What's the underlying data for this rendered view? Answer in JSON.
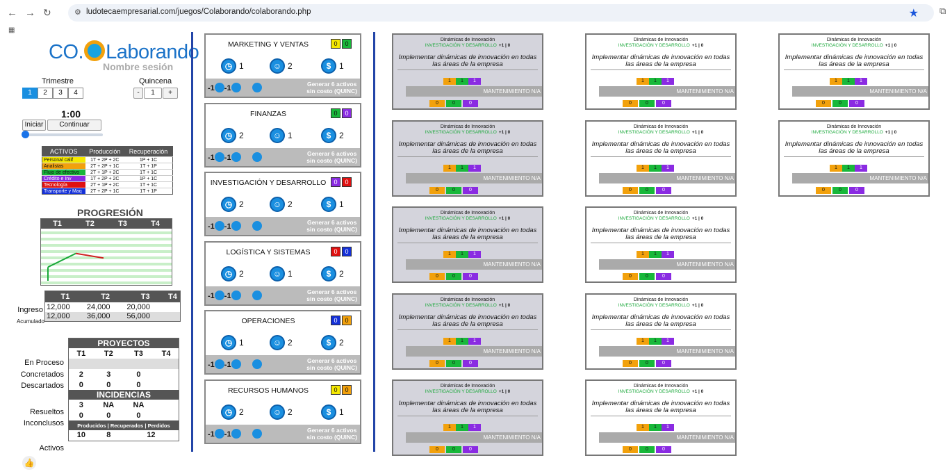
{
  "browser": {
    "url": "ludotecaempresarial.com/juegos/Colaborando/colaborando.php"
  },
  "logo": {
    "prefix": "CO.",
    "suffix": "Laborando",
    "session": "Nombre sesión"
  },
  "trimestre": {
    "label": "Trimestre",
    "options": [
      "1",
      "2",
      "3",
      "4"
    ],
    "selected": "1"
  },
  "quincena": {
    "label": "Quincena",
    "minus": "-",
    "value": "1",
    "plus": "+"
  },
  "timer": {
    "value": "1:00",
    "start": "Iniciar",
    "continue": "Continuar",
    "progress": 0.05
  },
  "activos_table": {
    "headers": [
      "ACTIVOS",
      "Producción",
      "Recuperación"
    ],
    "rows": [
      {
        "name": "Personal calif",
        "prod": "1T + 2P + 2C",
        "rec": "1P + 1C",
        "color": "#f5e800",
        "text": "#111"
      },
      {
        "name": "Analistas",
        "prod": "2T + 2P + 1C",
        "rec": "1T + 1P",
        "color": "#f2a10c",
        "text": "#111"
      },
      {
        "name": "Flujo de efectivo",
        "prod": "2T + 1P + 2C",
        "rec": "1T + 1C",
        "color": "#18b83a",
        "text": "#111"
      },
      {
        "name": "Crédito e Inv",
        "prod": "1T + 2P + 2C",
        "rec": "1P + 1C",
        "color": "#8a2be2",
        "text": "#fff"
      },
      {
        "name": "Tecnología",
        "prod": "2T + 1P + 2C",
        "rec": "1T + 1C",
        "color": "#e01010",
        "text": "#fff"
      },
      {
        "name": "Transporte y Maq",
        "prod": "2T + 2P + 1C",
        "rec": "1T + 1P",
        "color": "#1430d8",
        "text": "#fff"
      }
    ]
  },
  "progresion": {
    "title": "PROGRESIÓN",
    "quarters": [
      "T1",
      "T2",
      "T3",
      "T4"
    ]
  },
  "chart_data": {
    "type": "line",
    "categories": [
      "T1",
      "T2",
      "T3",
      "T4"
    ],
    "values": [
      12000,
      24000,
      20000,
      null
    ],
    "title": "PROGRESIÓN",
    "ylim": [
      0,
      36000
    ]
  },
  "finanzas": {
    "headers": [
      "T1",
      "T2",
      "T3",
      "T4"
    ],
    "rows": [
      {
        "label": "Ingreso",
        "values": [
          "12,000",
          "24,000",
          "20,000",
          ""
        ]
      },
      {
        "label": "Acumulado",
        "values": [
          "12,000",
          "36,000",
          "56,000",
          ""
        ]
      }
    ]
  },
  "proyectos": {
    "title": "PROYECTOS",
    "headers": [
      "T1",
      "T2",
      "T3",
      "T4"
    ],
    "rows": [
      {
        "label": "En Proceso",
        "values": [
          "",
          "",
          "",
          ""
        ]
      },
      {
        "label": "Concretados",
        "values": [
          "2",
          "3",
          "0",
          ""
        ]
      },
      {
        "label": "Descartados",
        "values": [
          "0",
          "0",
          "0",
          ""
        ]
      }
    ]
  },
  "incidencias": {
    "title": "INCIDENCIAS",
    "rows": [
      {
        "label": "Resueltos",
        "values": [
          "3",
          "NA",
          "NA",
          ""
        ]
      },
      {
        "label": "Inconclusos",
        "values": [
          "0",
          "0",
          "0",
          ""
        ]
      }
    ],
    "footer": "Producidos | Recuperados | Perdidos",
    "activos": {
      "label": "Activos",
      "values": [
        "10",
        "8",
        "12"
      ]
    }
  },
  "areas": [
    {
      "name": "MARKETING Y VENTAS",
      "sw": [
        {
          "v": "0",
          "c": "#f5e800",
          "t": "#111"
        },
        {
          "v": "0",
          "c": "#18b83a",
          "t": "#111"
        }
      ],
      "i1": "1",
      "i2": "2",
      "i3": "1"
    },
    {
      "name": "FINANZAS",
      "sw": [
        {
          "v": "0",
          "c": "#18b83a",
          "t": "#111"
        },
        {
          "v": "0",
          "c": "#8a2be2",
          "t": "#fff"
        }
      ],
      "i1": "2",
      "i2": "1",
      "i3": "2"
    },
    {
      "name": "INVESTIGACIÓN Y DESARROLLO",
      "sw": [
        {
          "v": "0",
          "c": "#8a2be2",
          "t": "#fff"
        },
        {
          "v": "0",
          "c": "#e01010",
          "t": "#fff"
        }
      ],
      "i1": "2",
      "i2": "2",
      "i3": "1"
    },
    {
      "name": "LOGÍSTICA Y SISTEMAS",
      "sw": [
        {
          "v": "0",
          "c": "#e01010",
          "t": "#fff"
        },
        {
          "v": "0",
          "c": "#1430d8",
          "t": "#fff"
        }
      ],
      "i1": "2",
      "i2": "1",
      "i3": "2"
    },
    {
      "name": "OPERACIONES",
      "sw": [
        {
          "v": "0",
          "c": "#1430d8",
          "t": "#fff"
        },
        {
          "v": "0",
          "c": "#f2a10c",
          "t": "#111"
        }
      ],
      "i1": "1",
      "i2": "2",
      "i3": "2"
    },
    {
      "name": "RECURSOS HUMANOS",
      "sw": [
        {
          "v": "0",
          "c": "#f5e800",
          "t": "#111"
        },
        {
          "v": "0",
          "c": "#f2a10c",
          "t": "#111"
        }
      ],
      "i1": "2",
      "i2": "2",
      "i3": "1"
    }
  ],
  "area_common": {
    "minus": "-1",
    "gen1": "Generar 6 activos",
    "gen2": "sin costo (QUINC)"
  },
  "card": {
    "h1": "Dinámicas de Innovación",
    "h2": "INVESTIGACIÓN Y DESARROLLO",
    "h2b": "+1 | 0",
    "desc": "Implementar dinámicas de innovación en todas las áreas de la empresa",
    "row1": [
      "1",
      "1",
      "1"
    ],
    "mant": "MANTENIMIENTO N/A",
    "row3": [
      "0",
      "0",
      "0"
    ]
  },
  "cards": [
    {
      "col": 0,
      "row": 0,
      "gray": true
    },
    {
      "col": 1,
      "row": 0,
      "gray": false
    },
    {
      "col": 2,
      "row": 0,
      "gray": false
    },
    {
      "col": 0,
      "row": 1,
      "gray": true
    },
    {
      "col": 1,
      "row": 1,
      "gray": false
    },
    {
      "col": 2,
      "row": 1,
      "gray": false
    },
    {
      "col": 0,
      "row": 2,
      "gray": true
    },
    {
      "col": 1,
      "row": 2,
      "gray": false
    },
    {
      "col": 0,
      "row": 3,
      "gray": true
    },
    {
      "col": 1,
      "row": 3,
      "gray": false
    },
    {
      "col": 0,
      "row": 4,
      "gray": true
    },
    {
      "col": 1,
      "row": 4,
      "gray": false
    }
  ],
  "icons": {
    "back": "back-icon",
    "forward": "forward-icon",
    "reload": "reload-icon",
    "star": "star-icon",
    "like": "thumbs-up-icon"
  }
}
